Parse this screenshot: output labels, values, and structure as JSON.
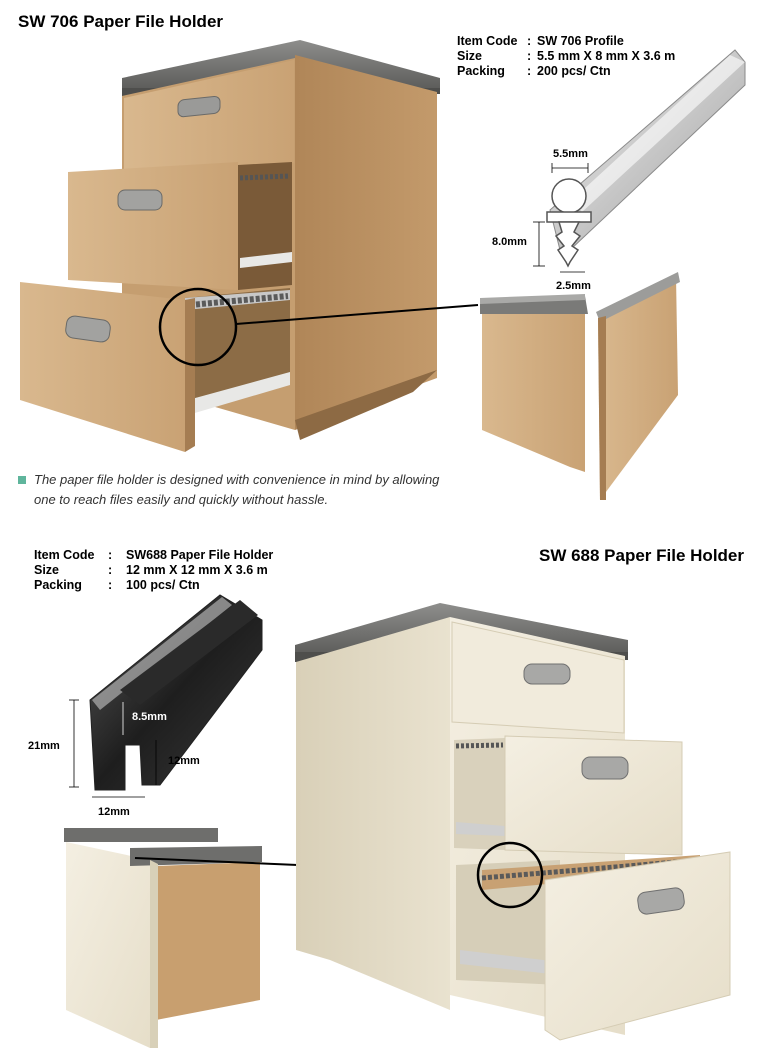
{
  "section1": {
    "title": "SW 706 Paper File Holder",
    "specs": [
      {
        "label": "Item Code",
        "sep": ":",
        "value": "SW 706 Profile"
      },
      {
        "label": "Size",
        "sep": ":",
        "value": "5.5 mm X 8 mm X 3.6 m"
      },
      {
        "label": "Packing",
        "sep": ":",
        "value": "200 pcs/ Ctn"
      }
    ],
    "dims": {
      "width_top": "5.5mm",
      "height": "8.0mm",
      "width_bottom": "2.5mm"
    },
    "description_line1": "The paper file holder is designed with convenience in mind by allowing",
    "description_line2": "one to reach files easily and quickly without hassle."
  },
  "section2": {
    "title": "SW 688 Paper File Holder",
    "specs": [
      {
        "label": "Item Code",
        "sep": ":",
        "value": "SW688 Paper File Holder"
      },
      {
        "label": "Size",
        "sep": ":",
        "value": "12 mm X 12 mm X 3.6 m"
      },
      {
        "label": "Packing",
        "sep": ":",
        "value": "100 pcs/ Ctn"
      }
    ],
    "dims": {
      "inner": "8.5mm",
      "height": "21mm",
      "side": "12mm",
      "width": "12mm"
    }
  },
  "colors": {
    "bullet": "#5fb59c",
    "wood": "#d2ad80",
    "cream": "#efe8d6",
    "metal": "#6e6e6c"
  }
}
